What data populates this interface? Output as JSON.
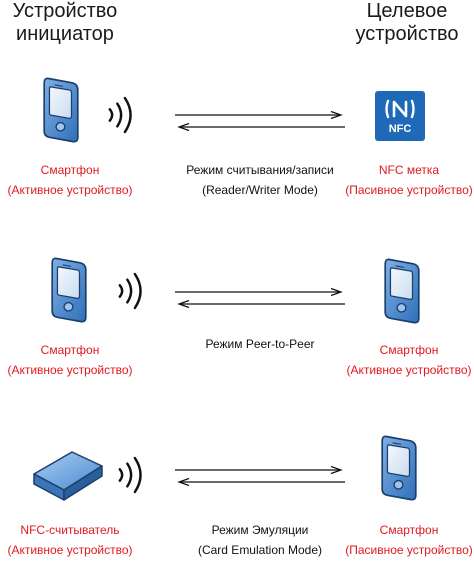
{
  "headers": {
    "initiator": [
      "Устройство",
      "инициатор"
    ],
    "target": [
      "Целевое",
      "устройство"
    ]
  },
  "rows": [
    {
      "initiator": {
        "icon": "smartphone-icon",
        "name": "Смартфон",
        "role": "(Активное устройство)"
      },
      "mode": {
        "line1": "Режим считывания/записи",
        "line2": "(Reader/Writer Mode)"
      },
      "target": {
        "icon": "nfc-tag-icon",
        "name": "NFC метка",
        "role": "(Пасивное устройство)",
        "badge_text": "NFC"
      }
    },
    {
      "initiator": {
        "icon": "smartphone-icon",
        "name": "Смартфон",
        "role": "(Активное устройство)"
      },
      "mode": {
        "line1": "Режим Peer-to-Peer",
        "line2": ""
      },
      "target": {
        "icon": "smartphone-icon",
        "name": "Смартфон",
        "role": "(Активное устройство)"
      }
    },
    {
      "initiator": {
        "icon": "nfc-reader-icon",
        "name": "NFC-считыватель",
        "role": "(Активное устройство)"
      },
      "mode": {
        "line1": "Режим Эмуляции",
        "line2": "(Card Emulation Mode)"
      },
      "target": {
        "icon": "smartphone-icon",
        "name": "Смартфон",
        "role": "(Пасивное устройство)"
      }
    }
  ],
  "colors": {
    "caption_red": "#e0191f",
    "device_blue": "#3f7fc8",
    "nfc_badge_blue": "#1e6ab8"
  }
}
